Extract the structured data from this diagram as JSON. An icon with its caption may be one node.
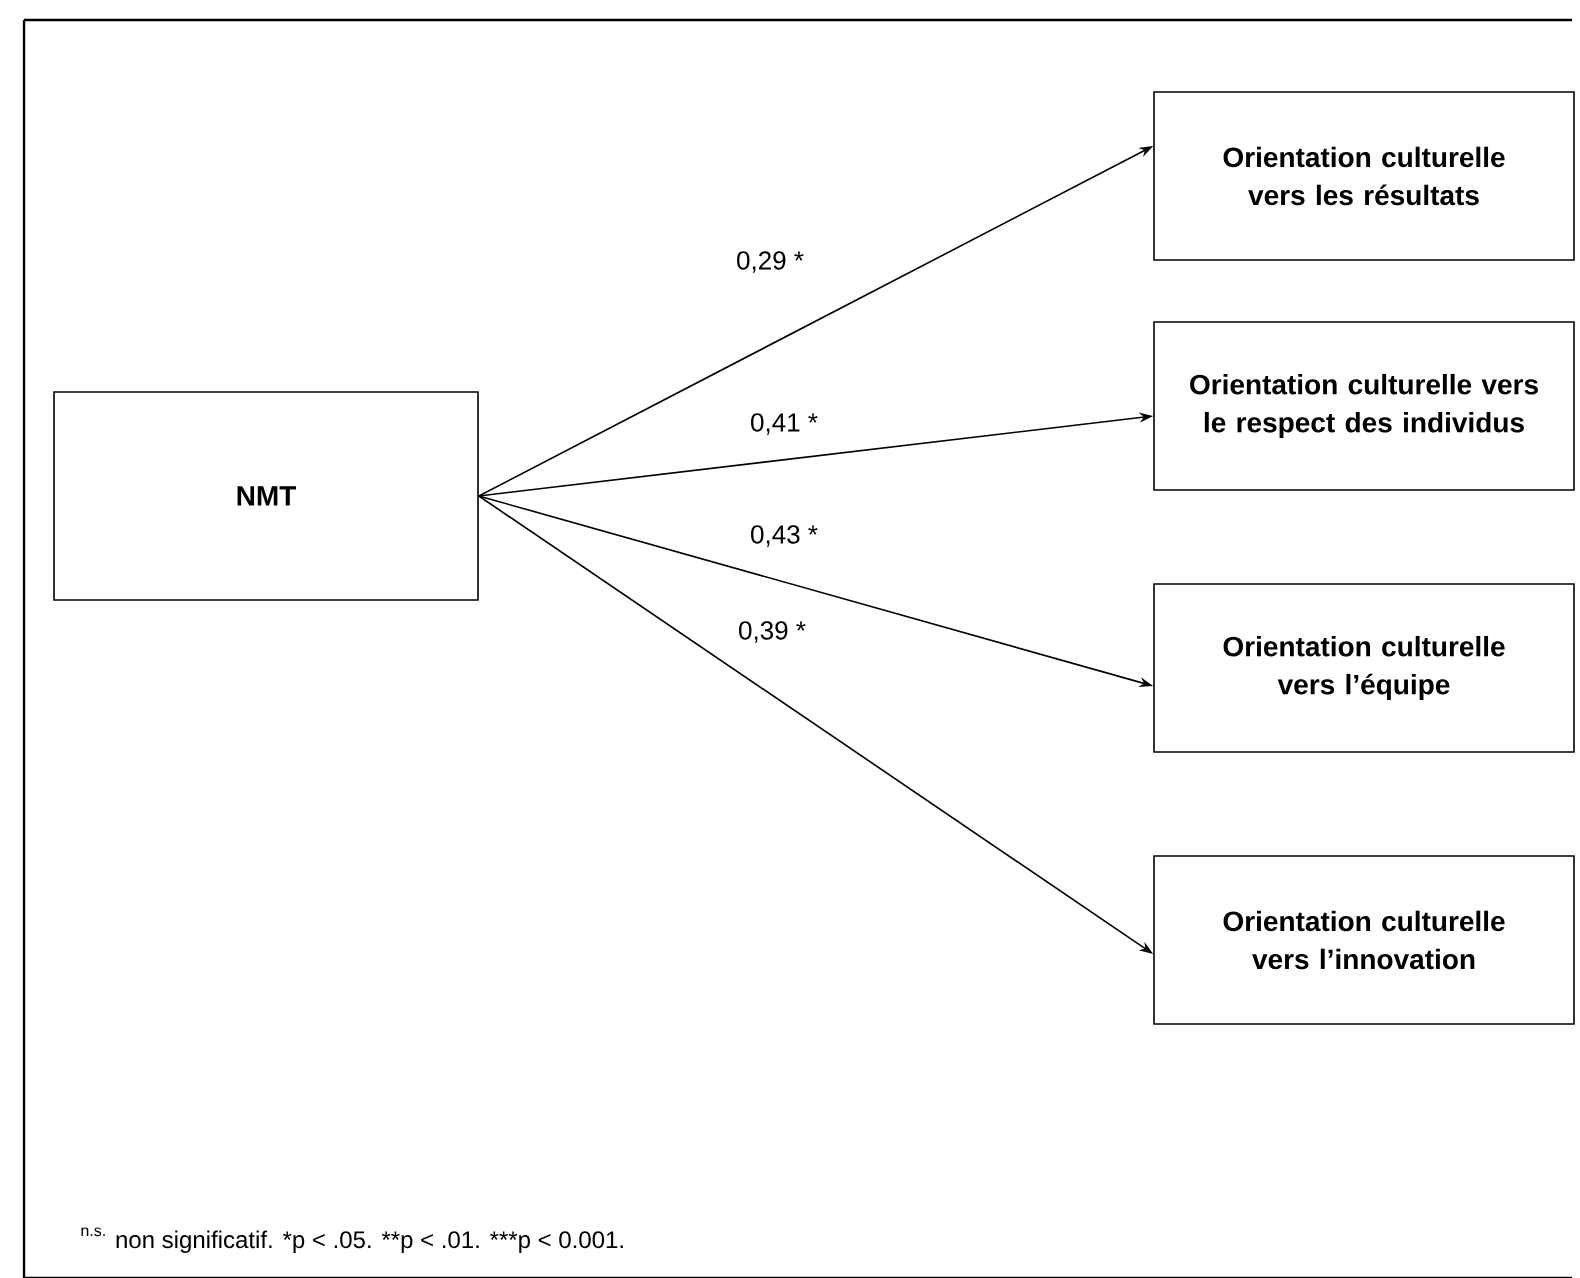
{
  "diagram": {
    "nodes": [
      {
        "text": [
          "NMT"
        ]
      },
      {
        "text": [
          "Orientation culturelle vers les résultats"
        ]
      },
      {
        "text": [
          "Orientation culturelle vers le respect des individus"
        ]
      },
      {
        "text": [
          "Orientation culturelle vers l’équipe"
        ]
      },
      {
        "text": [
          "Orientation culturelle vers l’innovation"
        ]
      }
    ],
    "edges": [
      {
        "from": 0,
        "to": 1,
        "arrow": "to",
        "label": "0,29 *"
      },
      {
        "from": 0,
        "to": 2,
        "arrow": "to",
        "label": "0,41 *"
      },
      {
        "from": 0,
        "to": 3,
        "arrow": "to",
        "label": "0,43 *"
      },
      {
        "from": 0,
        "to": 4,
        "arrow": "to",
        "label": "0,39 *"
      }
    ],
    "labels": [
      "n.s.",
      "non significatif.",
      "*p < .05.",
      "**p < .01.",
      "***p < 0.001."
    ]
  }
}
